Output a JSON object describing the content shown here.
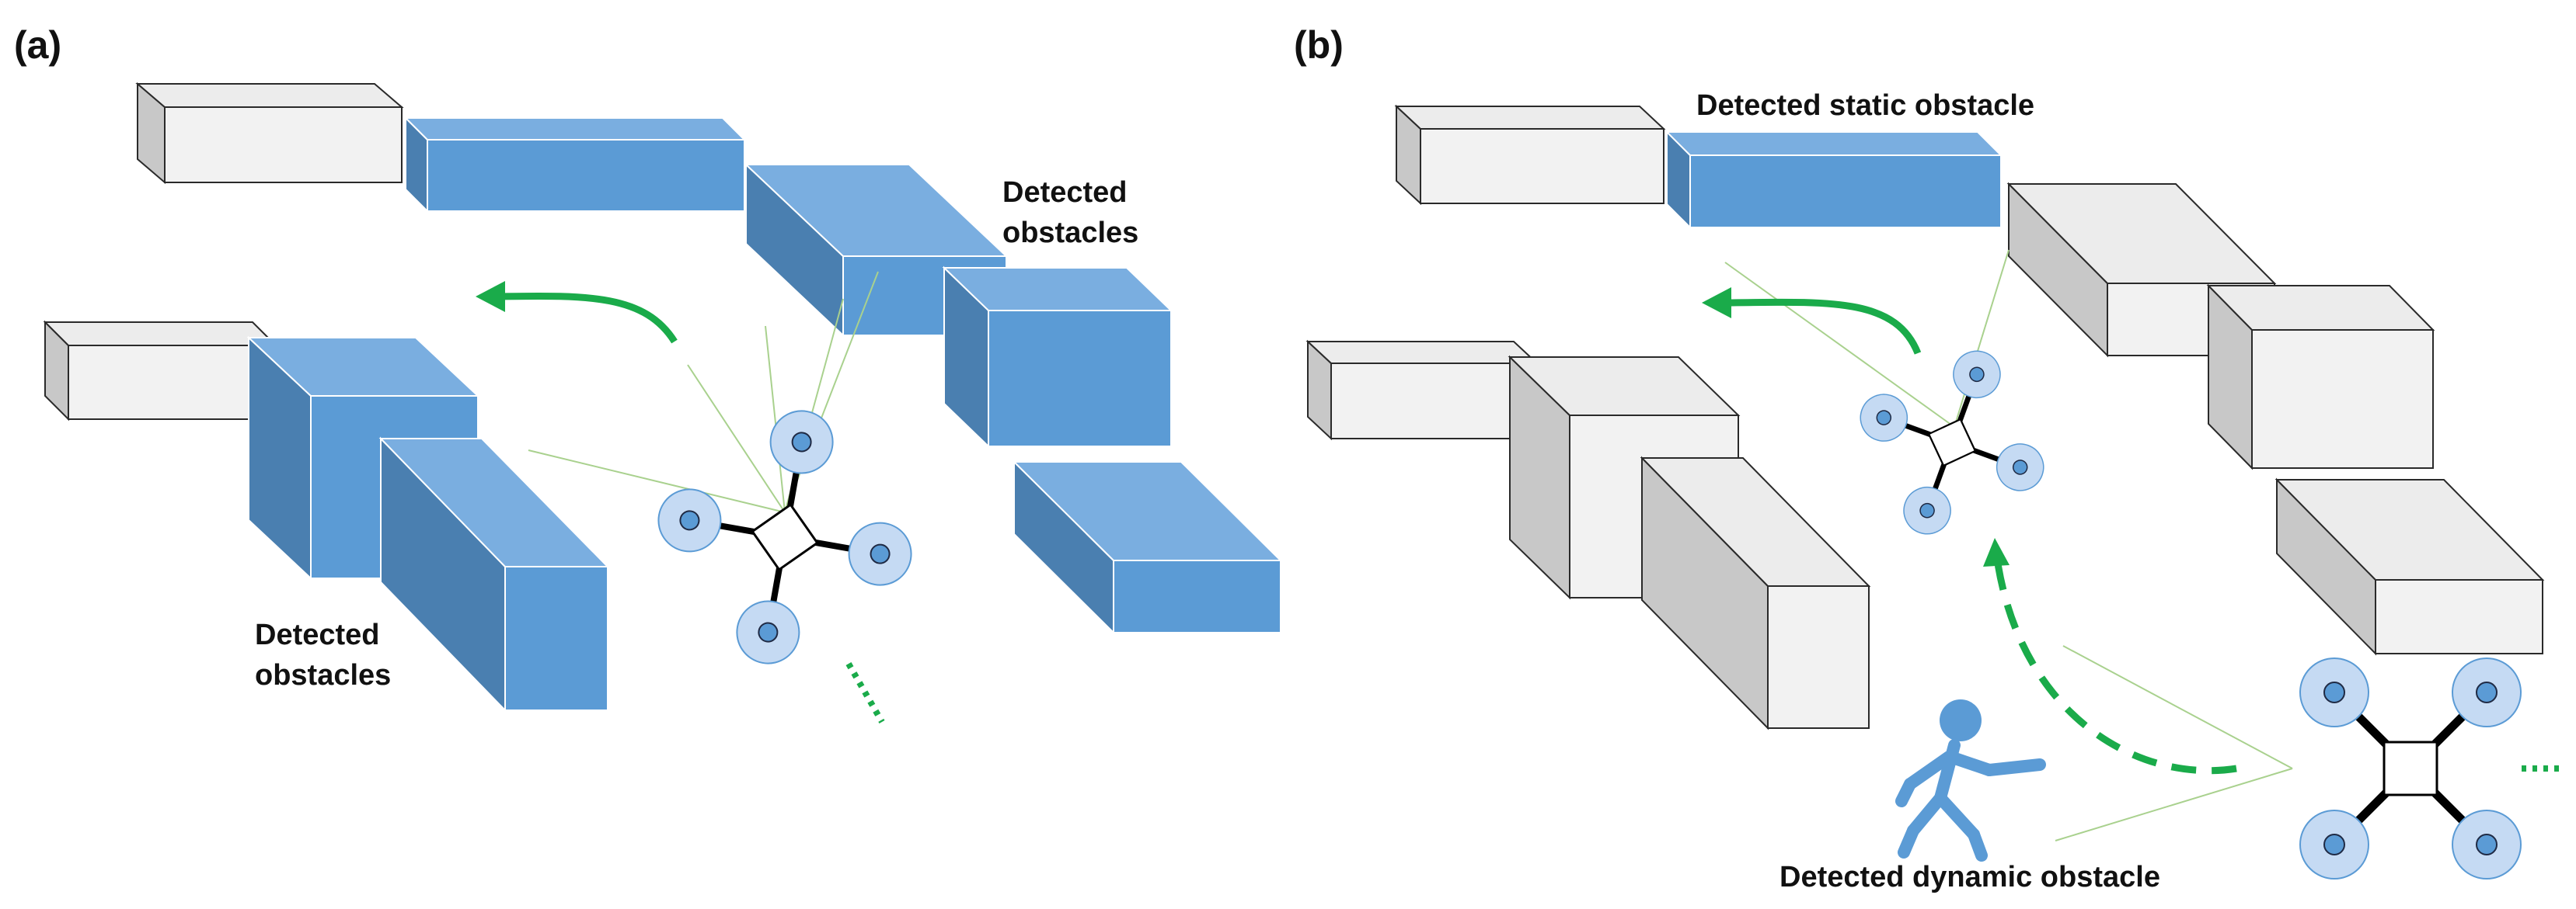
{
  "panels": [
    {
      "label": "(a)",
      "annotations": [
        "Detected\nobstacles",
        "Detected\nobstacles"
      ]
    },
    {
      "label": "(b)",
      "annotations": [
        "Detected static obstacle",
        "Detected dynamic obstacle"
      ]
    }
  ],
  "colors": {
    "obstacle_blue_front": "#5b9bd5",
    "obstacle_blue_top": "#7aaee0",
    "obstacle_blue_side": "#4a7fb0",
    "obstacle_white_front": "#f2f2f2",
    "obstacle_white_side": "#c8c8c8",
    "path_green": "#1aab4a",
    "sensor_ray_green": "#a9d18e",
    "rotor_fill": "#c5daf3",
    "rotor_hub": "#5b9bd5",
    "person_blue": "#5b9bd5"
  },
  "icons": [
    "drone-icon",
    "person-icon"
  ]
}
